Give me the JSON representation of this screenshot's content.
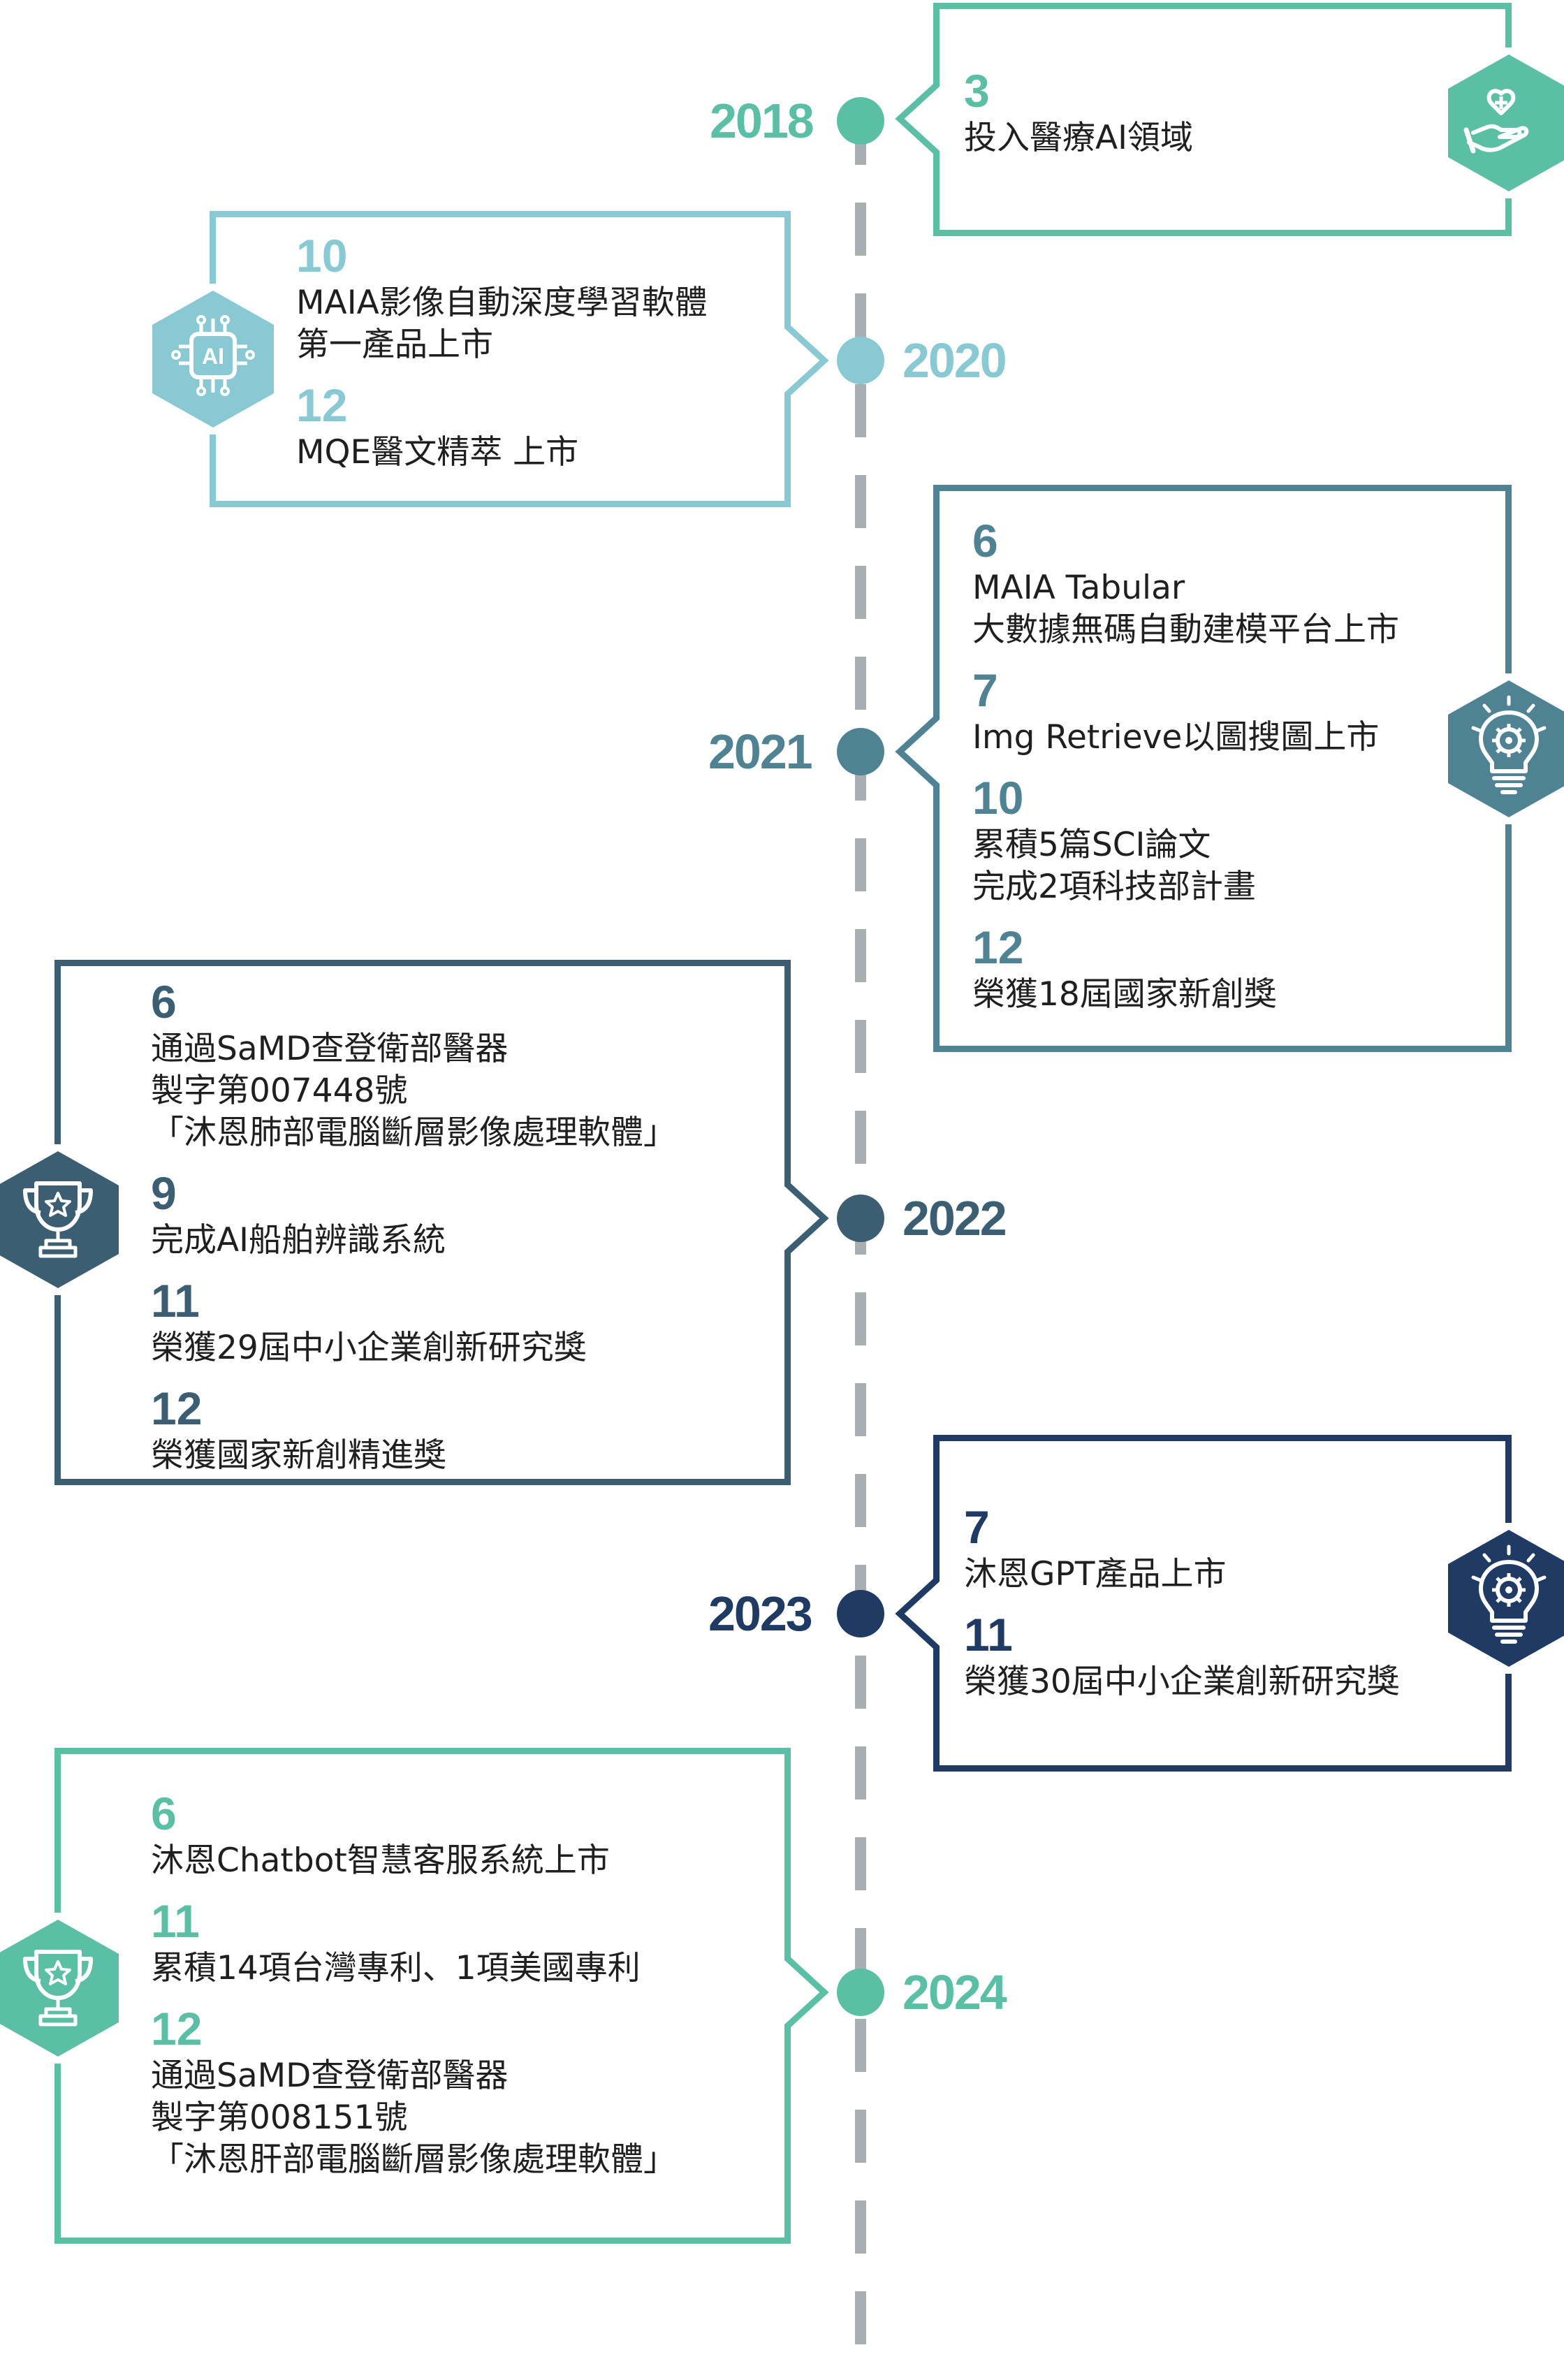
{
  "colors": {
    "c2018": "#5bbfa6",
    "c2020": "#88c9d3",
    "c2021": "#4f8394",
    "c2022": "#3c5e72",
    "c2023": "#1f3a63",
    "c2024": "#5bbfa6",
    "dashed_line": "#a9aeb0",
    "text": "#1f1f1f"
  },
  "timeline": [
    {
      "year": "2018",
      "side": "right",
      "color_key": "c2018",
      "icon": "healthcare-hand-heart-icon",
      "entries": [
        {
          "month": "3",
          "lines": [
            "投入醫療AI領域"
          ]
        }
      ]
    },
    {
      "year": "2020",
      "side": "left",
      "color_key": "c2020",
      "icon": "ai-chip-icon",
      "entries": [
        {
          "month": "10",
          "lines": [
            "MAIA影像自動深度學習軟體",
            "第一產品上市"
          ]
        },
        {
          "month": "12",
          "lines": [
            "MQE醫文精萃  上市"
          ]
        }
      ]
    },
    {
      "year": "2021",
      "side": "right",
      "color_key": "c2021",
      "icon": "lightbulb-gear-icon",
      "entries": [
        {
          "month": "6",
          "lines": [
            "MAIA Tabular",
            "大數據無碼自動建模平台上市"
          ]
        },
        {
          "month": "7",
          "lines": [
            "Img Retrieve以圖搜圖上市"
          ]
        },
        {
          "month": "10",
          "lines": [
            "累積5篇SCI論文",
            "完成2項科技部計畫"
          ]
        },
        {
          "month": "12",
          "lines": [
            "榮獲18屆國家新創獎"
          ]
        }
      ]
    },
    {
      "year": "2022",
      "side": "left",
      "color_key": "c2022",
      "icon": "trophy-icon",
      "entries": [
        {
          "month": "6",
          "lines": [
            "通過SaMD查登衛部醫器",
            "製字第007448號",
            "「沐恩肺部電腦斷層影像處理軟體」"
          ]
        },
        {
          "month": "9",
          "lines": [
            "完成AI船舶辨識系統"
          ]
        },
        {
          "month": "11",
          "lines": [
            "榮獲29屆中小企業創新研究獎"
          ]
        },
        {
          "month": "12",
          "lines": [
            "榮獲國家新創精進獎"
          ]
        }
      ]
    },
    {
      "year": "2023",
      "side": "right",
      "color_key": "c2023",
      "icon": "lightbulb-gear-icon",
      "entries": [
        {
          "month": "7",
          "lines": [
            "沐恩GPT產品上市"
          ]
        },
        {
          "month": "11",
          "lines": [
            "榮獲30屆中小企業創新研究獎"
          ]
        }
      ]
    },
    {
      "year": "2024",
      "side": "left",
      "color_key": "c2024",
      "icon": "trophy-icon",
      "entries": [
        {
          "month": "6",
          "lines": [
            "沐恩Chatbot智慧客服系統上市"
          ]
        },
        {
          "month": "11",
          "lines": [
            "累積14項台灣專利、1項美國專利"
          ]
        },
        {
          "month": "12",
          "lines": [
            "通過SaMD查登衛部醫器",
            "製字第008151號",
            "「沐恩肝部電腦斷層影像處理軟體」"
          ]
        }
      ]
    }
  ]
}
